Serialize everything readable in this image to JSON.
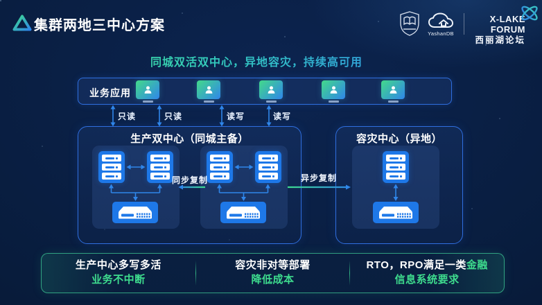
{
  "colors": {
    "background": "#081c3c",
    "accent_green": "#3edc8e",
    "accent_blue": "#2f86ea",
    "border_blue": "#2f6fe0",
    "icon_blue": "#1e78e8",
    "summary_border_green": "#2fae85"
  },
  "header": {
    "title": "集群两地三中心方案",
    "yashandb_label": "YashanDB",
    "forum_name": "X-LAKE FORUM",
    "forum_name_cn": "西丽湖论坛"
  },
  "subtitle": "同城双活双中心，异地容灾，持续高可用",
  "diagram": {
    "app_layer": {
      "label": "业务应用"
    },
    "access_arrows": [
      {
        "label": "只读"
      },
      {
        "label": "只读"
      },
      {
        "label": "读写"
      },
      {
        "label": "读写"
      }
    ],
    "production": {
      "title": "生产双中心（同城主备）"
    },
    "dr": {
      "title": "容灾中心（异地）"
    },
    "replication": {
      "sync_label": "同步复制",
      "async_label": "异步复制"
    }
  },
  "summary": {
    "items": [
      {
        "line1": "生产中心多写多活",
        "line2": "业务不中断"
      },
      {
        "line1": "容灾非对等部署",
        "line2": "降低成本"
      },
      {
        "line1_prefix": "RTO，RPO满足一类",
        "line1_highlight": "金融",
        "line2": "信息系统要求"
      }
    ]
  }
}
